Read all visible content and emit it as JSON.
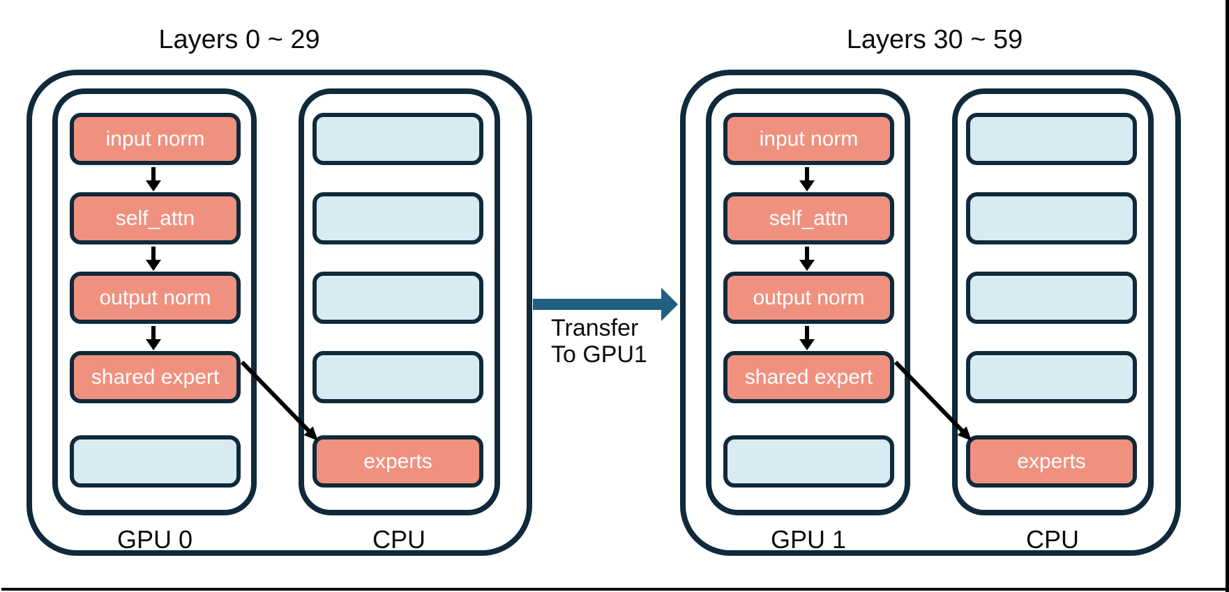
{
  "diagram": {
    "groups": [
      {
        "title": "Layers 0 ~ 29",
        "gpu": {
          "label": "GPU 0",
          "boxes": [
            {
              "label": "input norm",
              "type": "module"
            },
            {
              "label": "self_attn",
              "type": "module"
            },
            {
              "label": "output norm",
              "type": "module"
            },
            {
              "label": "shared expert",
              "type": "module"
            },
            {
              "label": "",
              "type": "empty"
            }
          ]
        },
        "cpu": {
          "label": "CPU",
          "boxes": [
            {
              "label": "",
              "type": "empty"
            },
            {
              "label": "",
              "type": "empty"
            },
            {
              "label": "",
              "type": "empty"
            },
            {
              "label": "",
              "type": "empty"
            },
            {
              "label": "experts",
              "type": "module"
            }
          ]
        }
      },
      {
        "title": "Layers 30 ~ 59",
        "gpu": {
          "label": "GPU 1",
          "boxes": [
            {
              "label": "input norm",
              "type": "module"
            },
            {
              "label": "self_attn",
              "type": "module"
            },
            {
              "label": "output norm",
              "type": "module"
            },
            {
              "label": "shared expert",
              "type": "module"
            },
            {
              "label": "",
              "type": "empty"
            }
          ]
        },
        "cpu": {
          "label": "CPU",
          "boxes": [
            {
              "label": "",
              "type": "empty"
            },
            {
              "label": "",
              "type": "empty"
            },
            {
              "label": "",
              "type": "empty"
            },
            {
              "label": "",
              "type": "empty"
            },
            {
              "label": "experts",
              "type": "module"
            }
          ]
        }
      }
    ],
    "transfer": {
      "line1": "Transfer",
      "line2": "To GPU1"
    },
    "colors": {
      "module_fill": "#f0917f",
      "offload_fill": "#d8ebf2",
      "outline": "#0f2a3a",
      "transfer_arrow": "#215f80",
      "flow_arrow": "#000000"
    }
  }
}
